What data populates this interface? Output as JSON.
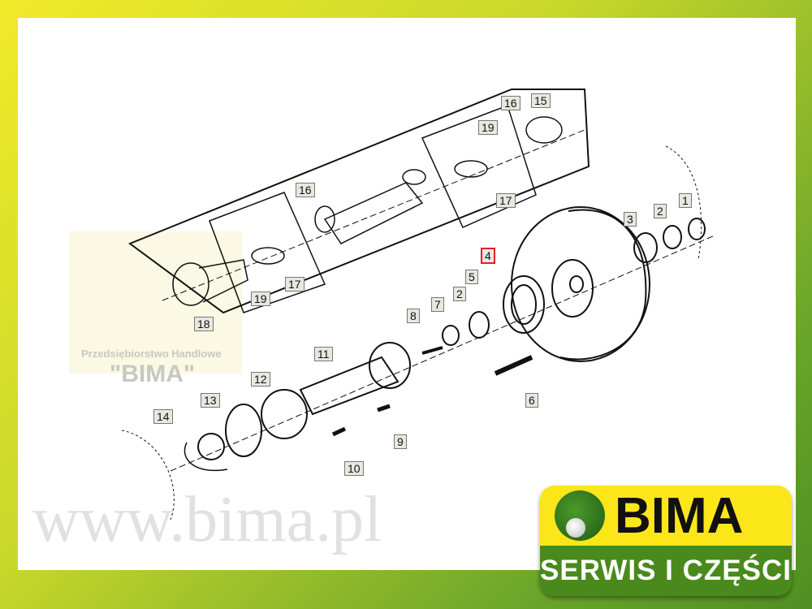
{
  "watermark": {
    "company": "Przedsiębiorstwo Handlowe",
    "name": "\"BIMA\"",
    "url": "www.bima.pl"
  },
  "logo": {
    "brand": "BIMA",
    "tagline": "SERWIS I CZĘŚCI"
  },
  "highlight_color": "#e0202a",
  "callouts": [
    "16",
    "15",
    "19",
    "17",
    "16",
    "17",
    "19",
    "18",
    "4",
    "5",
    "2",
    "7",
    "8",
    "3",
    "2",
    "1",
    "11",
    "12",
    "13",
    "14",
    "9",
    "10",
    "6"
  ],
  "highlighted_part": "4"
}
